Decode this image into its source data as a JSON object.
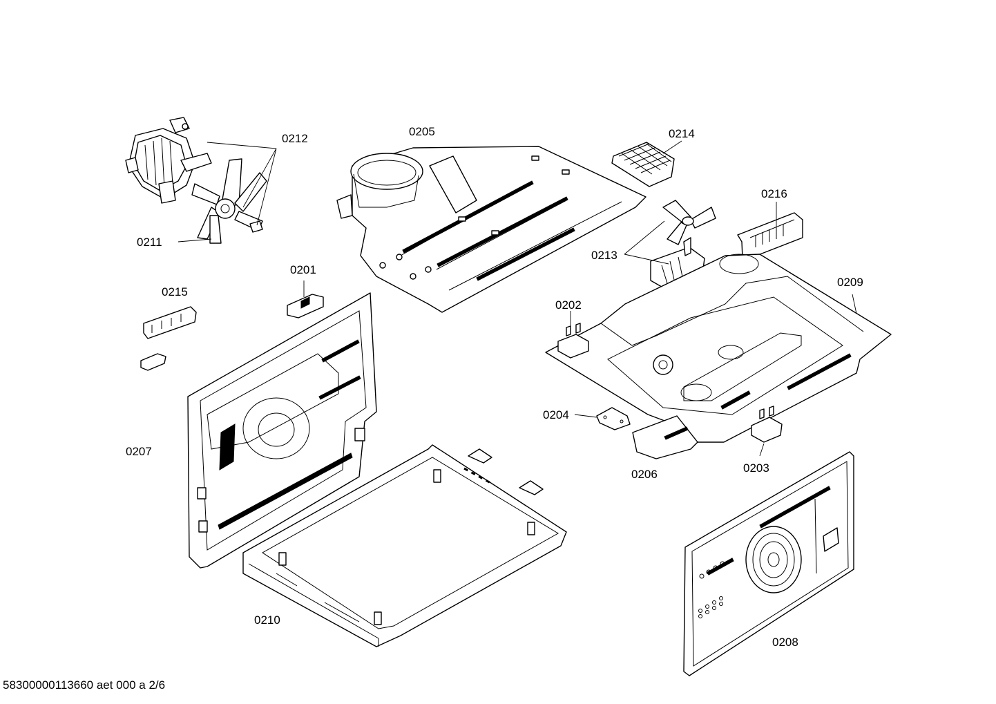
{
  "diagram": {
    "labels": {
      "p0201": "0201",
      "p0202": "0202",
      "p0203": "0203",
      "p0204": "0204",
      "p0205": "0205",
      "p0206": "0206",
      "p0207": "0207",
      "p0208": "0208",
      "p0209": "0209",
      "p0210": "0210",
      "p0211": "0211",
      "p0212": "0212",
      "p0213": "0213",
      "p0214": "0214",
      "p0215": "0215",
      "p0216": "0216"
    },
    "footer": "58300000113660 aet 000 a 2/6"
  }
}
